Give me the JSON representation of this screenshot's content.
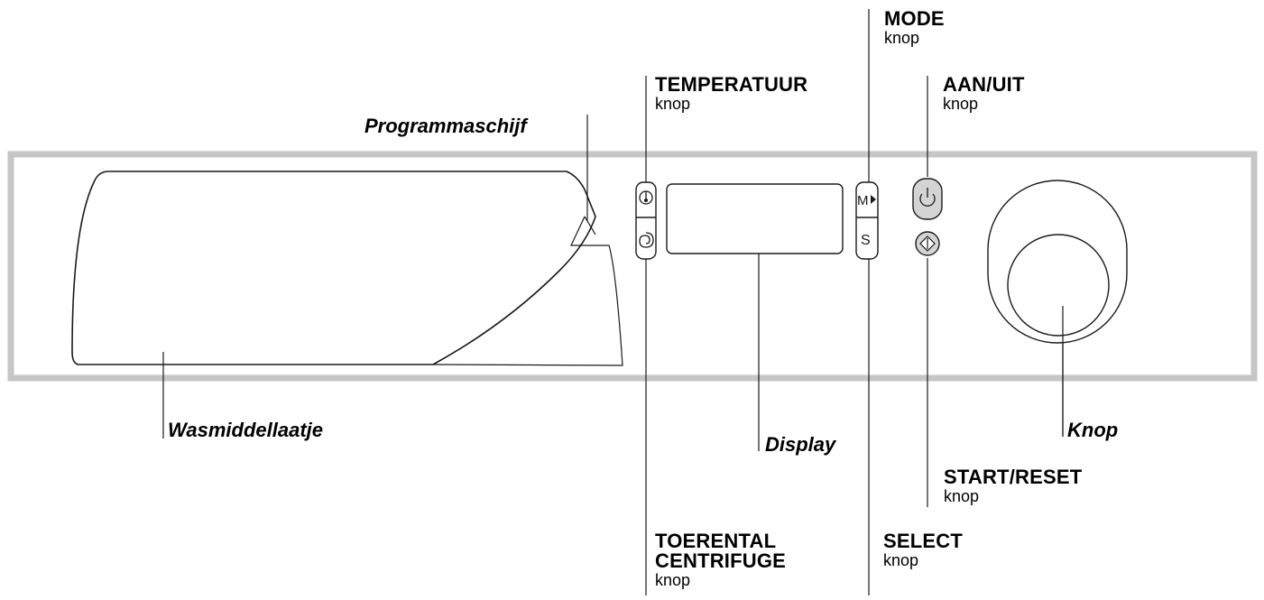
{
  "labels": {
    "mode": {
      "title": "MODE",
      "sub": "knop"
    },
    "temperatuur": {
      "title": "TEMPERATUUR",
      "sub": "knop"
    },
    "aan_uit": {
      "title": "AAN/UIT",
      "sub": "knop"
    },
    "programmaschijf": {
      "title": "Programmaschijf"
    },
    "wasmiddellaatje": {
      "title": "Wasmiddellaatje"
    },
    "display": {
      "title": "Display"
    },
    "knop": {
      "title": "Knop"
    },
    "start_reset": {
      "title": "START/RESET",
      "sub": "knop"
    },
    "toerental": {
      "title_line1": "TOERENTAL",
      "title_line2": "CENTRIFUGE",
      "sub": "knop"
    },
    "select": {
      "title": "SELECT",
      "sub": "knop"
    }
  },
  "button_glyphs": {
    "mode": "M",
    "select": "S"
  },
  "icons": [
    "thermometer-icon",
    "spin-icon",
    "mode-icon",
    "select-icon",
    "power-icon",
    "start-reset-icon"
  ],
  "colors": {
    "panel_border": "#c6c6c6",
    "lines": "#1a1a1a",
    "power_button_fill": "#d4d4d4"
  }
}
